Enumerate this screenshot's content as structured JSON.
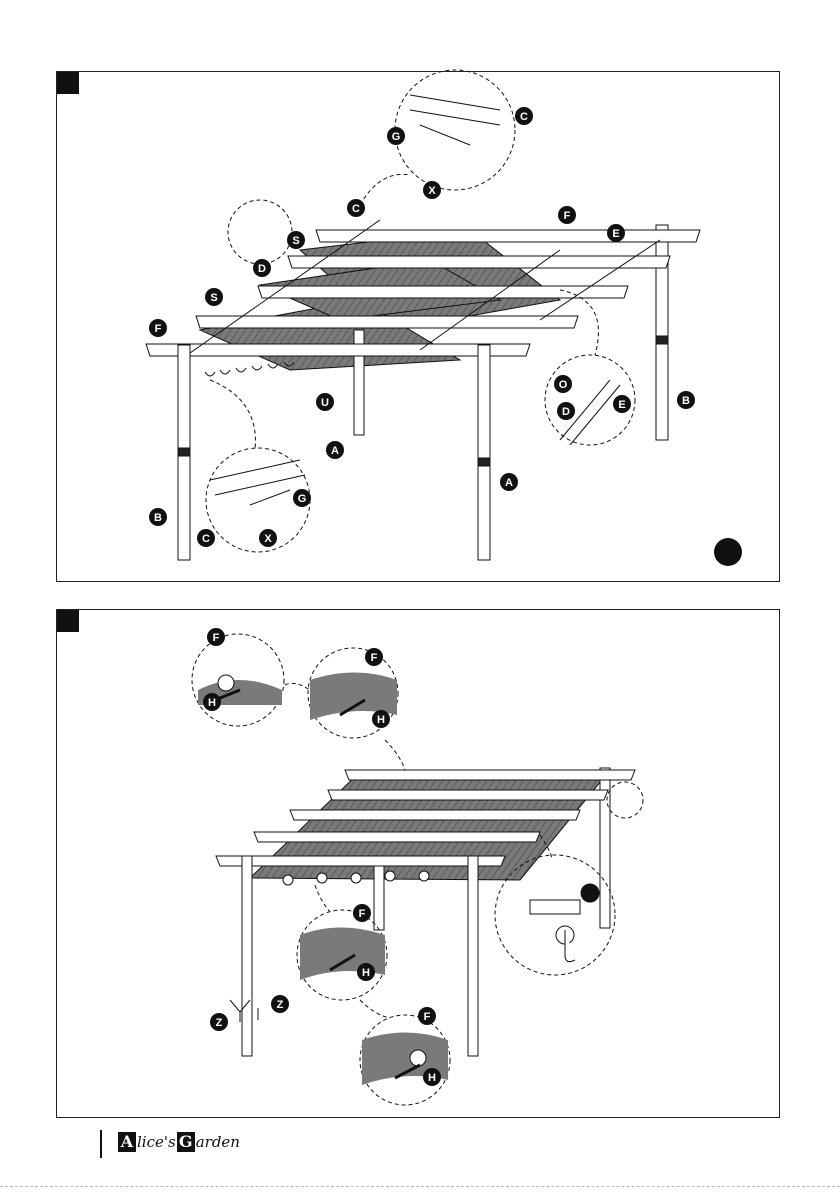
{
  "labels": {
    "A": "A",
    "B": "B",
    "C": "C",
    "D": "D",
    "E": "E",
    "F": "F",
    "G": "G",
    "O": "O",
    "S": "S",
    "U": "U",
    "X": "X",
    "H": "H",
    "Z": "Z"
  },
  "footer": {
    "brand_initial_1": "A",
    "brand_part_1": "lice's",
    "brand_initial_2": "G",
    "brand_part_2": "arden"
  }
}
